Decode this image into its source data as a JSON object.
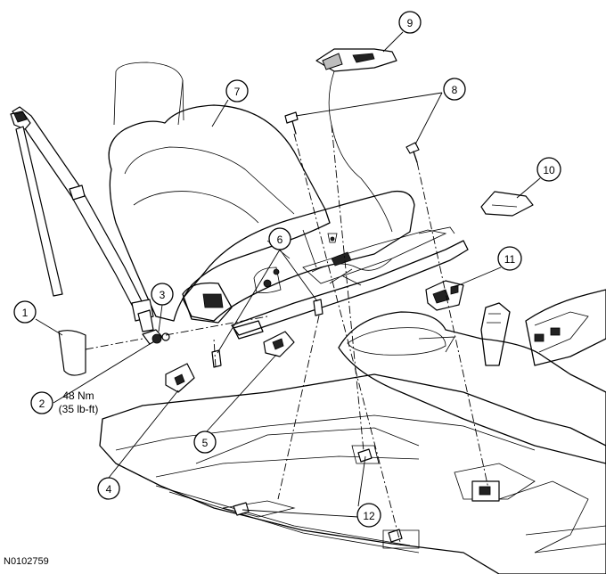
{
  "callouts": [
    {
      "id": "callout-1",
      "label": "1"
    },
    {
      "id": "callout-2",
      "label": "2"
    },
    {
      "id": "callout-3",
      "label": "3"
    },
    {
      "id": "callout-4",
      "label": "4"
    },
    {
      "id": "callout-5",
      "label": "5"
    },
    {
      "id": "callout-6",
      "label": "6"
    },
    {
      "id": "callout-7",
      "label": "7"
    },
    {
      "id": "callout-8",
      "label": "8"
    },
    {
      "id": "callout-9",
      "label": "9"
    },
    {
      "id": "callout-10",
      "label": "10"
    },
    {
      "id": "callout-11",
      "label": "11"
    },
    {
      "id": "callout-12",
      "label": "12"
    }
  ],
  "torque": {
    "metric": "48 Nm",
    "imperial": "(35 lb-ft)"
  },
  "figure_id": "N0102759"
}
